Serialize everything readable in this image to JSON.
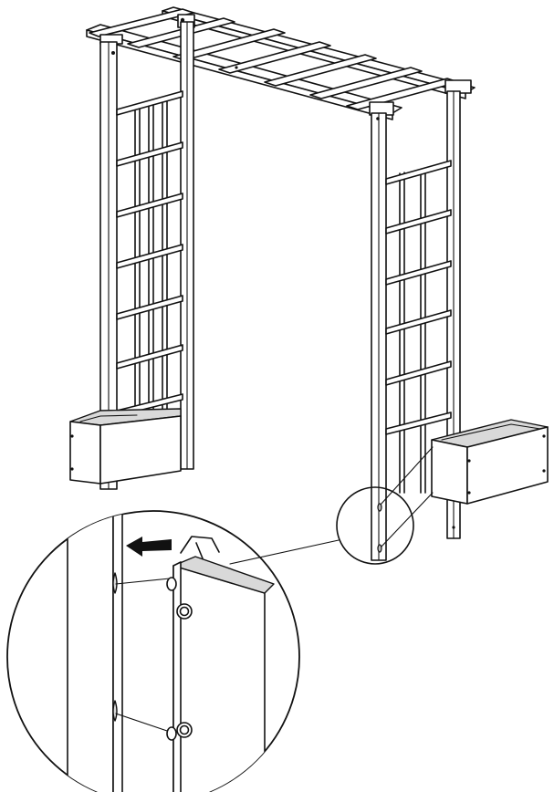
{
  "figure": {
    "description_icons": [
      "arch-trellis",
      "planter-box",
      "magnified-detail",
      "arrow-left-icon"
    ],
    "colors": {
      "line": "#111111",
      "shade": "#d9d9d9",
      "background": "#ffffff"
    }
  }
}
